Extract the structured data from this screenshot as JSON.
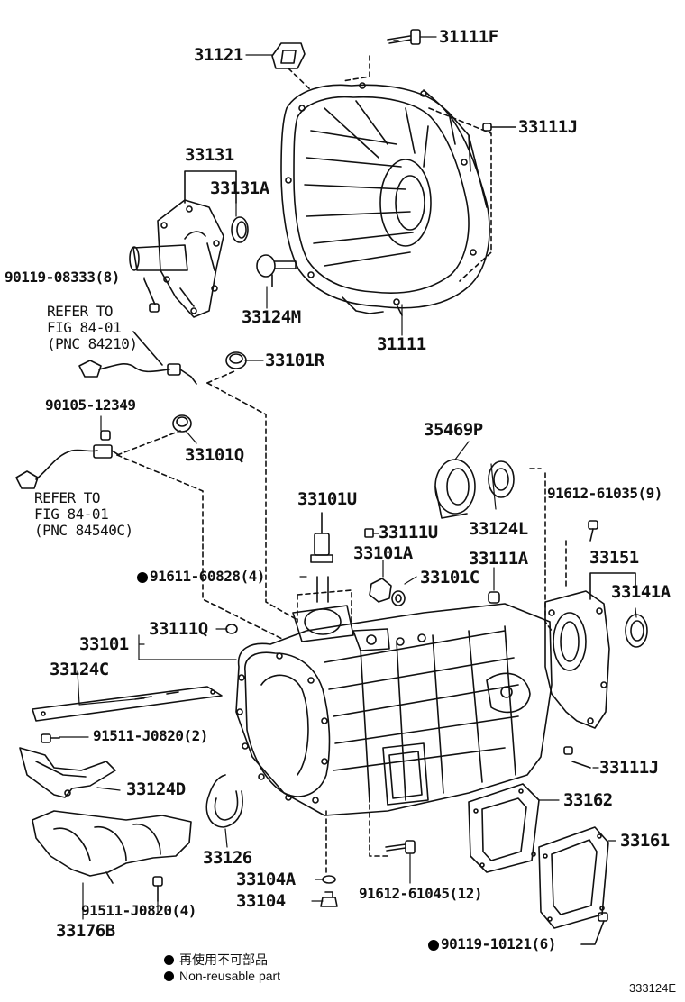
{
  "parts": {
    "p31121": "31121",
    "p31111F": "31111F",
    "p33111J_top": "33111J",
    "p33131": "33131",
    "p33131A": "33131A",
    "p90119_08333": "90119-08333(8)",
    "p33124M": "33124M",
    "p31111": "31111",
    "p33101R": "33101R",
    "p90105_12349": "90105-12349",
    "p33101Q": "33101Q",
    "p35469P": "35469P",
    "p33101U": "33101U",
    "p33111U": "33111U",
    "p33124L": "33124L",
    "p91612_61035": "91612-61035(9)",
    "p33101A": "33101A",
    "p33111A": "33111A",
    "p33151": "33151",
    "p91611_60828": "91611-60828(4)",
    "p33101C": "33101C",
    "p33141A": "33141A",
    "p33101": "33101",
    "p33111Q": "33111Q",
    "p33124C": "33124C",
    "p91511_J0820_2": "91511-J0820(2)",
    "p33111J_right": "33111J",
    "p33124D": "33124D",
    "p33162": "33162",
    "p33161": "33161",
    "p33126": "33126",
    "p33104A": "33104A",
    "p91612_61045": "91612-61045(12)",
    "p33104": "33104",
    "p91511_J0820_4": "91511-J0820(4)",
    "p33176B": "33176B",
    "p90119_10121": "90119-10121(6)"
  },
  "refs": {
    "ref1_line1": "REFER TO",
    "ref1_line2": "FIG 84-01",
    "ref1_line3": "(PNC 84210)",
    "ref2_line1": "REFER TO",
    "ref2_line2": "FIG 84-01",
    "ref2_line3": "(PNC 84540C)"
  },
  "legend": {
    "line_jp": "再使用不可部品",
    "line_en": "Non-reusable part"
  },
  "figure_code": "333124E"
}
